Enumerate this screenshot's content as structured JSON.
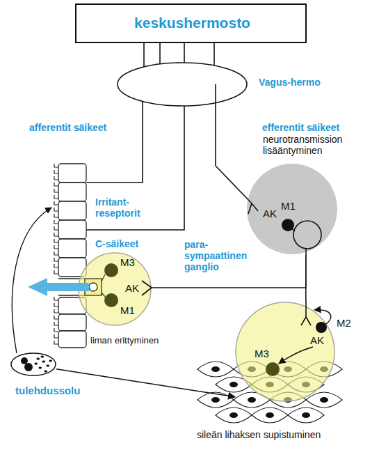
{
  "diagram": {
    "nodes": [
      {
        "text": [
          "keskushermosto"
        ]
      },
      {
        "text": [
          "AK",
          "M1"
        ]
      },
      {
        "text": [
          "M3",
          "AK",
          "M1"
        ]
      },
      {
        "text": [
          "AK",
          "M3"
        ]
      },
      {
        "text": [
          "tulehdussolu"
        ]
      }
    ],
    "edges": [
      {
        "from": 1,
        "to": 2,
        "arrow": "none"
      },
      {
        "from": 1,
        "to": 3,
        "arrow": "none"
      },
      {
        "from": 4,
        "to": 3,
        "arrow": "to"
      }
    ],
    "labels": [
      "Vagus-hermo",
      "afferentit säikeet",
      "efferentit säikeet",
      "neurotransmission lisääntyminen",
      "Irritant- reseptorit",
      "C-säikeet",
      "para- sympaattinen ganglio",
      "liman erittyminen",
      "M2",
      "sileän lihaksen supistuminen"
    ]
  }
}
